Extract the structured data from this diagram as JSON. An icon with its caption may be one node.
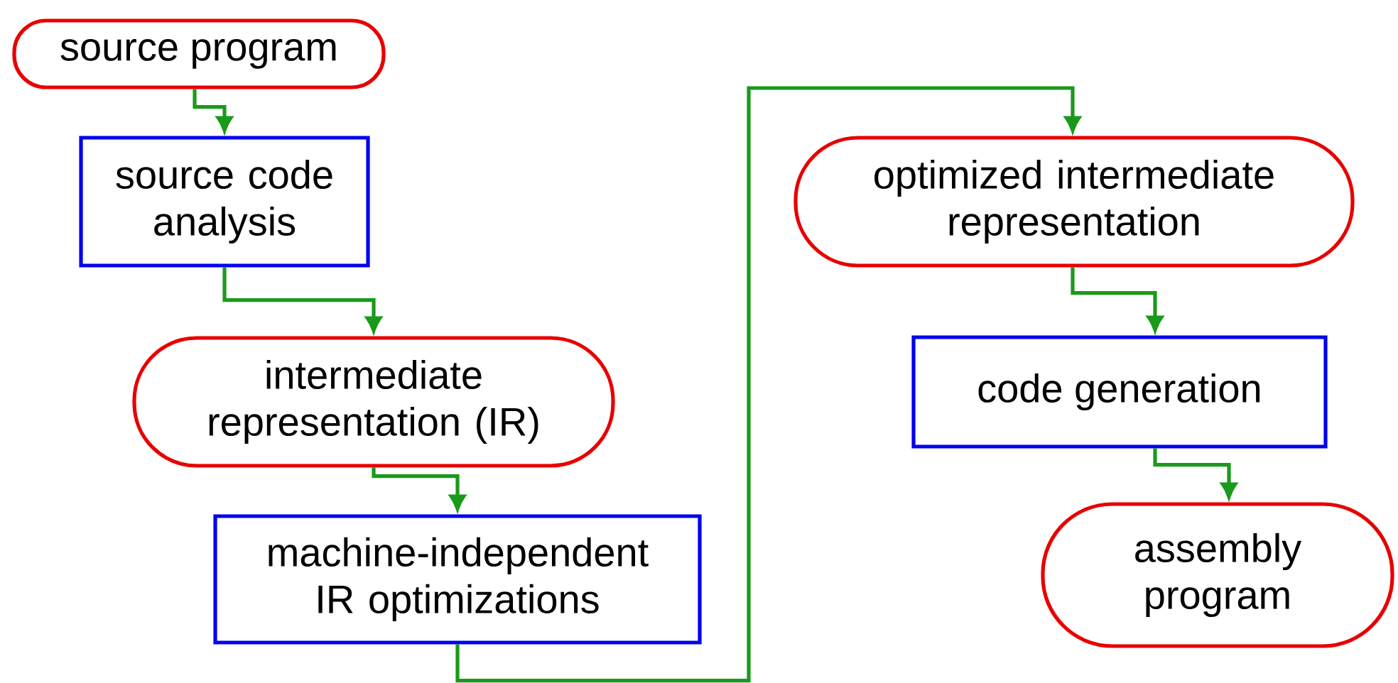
{
  "diagram": {
    "nodes": [
      {
        "text": [
          "source program"
        ]
      },
      {
        "text": [
          "source code analysis"
        ]
      },
      {
        "text": [
          "intermediate representation (IR)"
        ]
      },
      {
        "text": [
          "machine-independent IR optimizations"
        ]
      },
      {
        "text": [
          "optimized intermediate representation"
        ]
      },
      {
        "text": [
          "code generation"
        ]
      },
      {
        "text": [
          "assembly program"
        ]
      }
    ],
    "edges": [
      {
        "from": 0,
        "to": 1,
        "arrow": "to"
      },
      {
        "from": 1,
        "to": 2,
        "arrow": "to"
      },
      {
        "from": 2,
        "to": 3,
        "arrow": "to"
      },
      {
        "from": 3,
        "to": 4,
        "arrow": "to"
      },
      {
        "from": 4,
        "to": 5,
        "arrow": "to"
      },
      {
        "from": 5,
        "to": 6,
        "arrow": "to"
      }
    ]
  }
}
